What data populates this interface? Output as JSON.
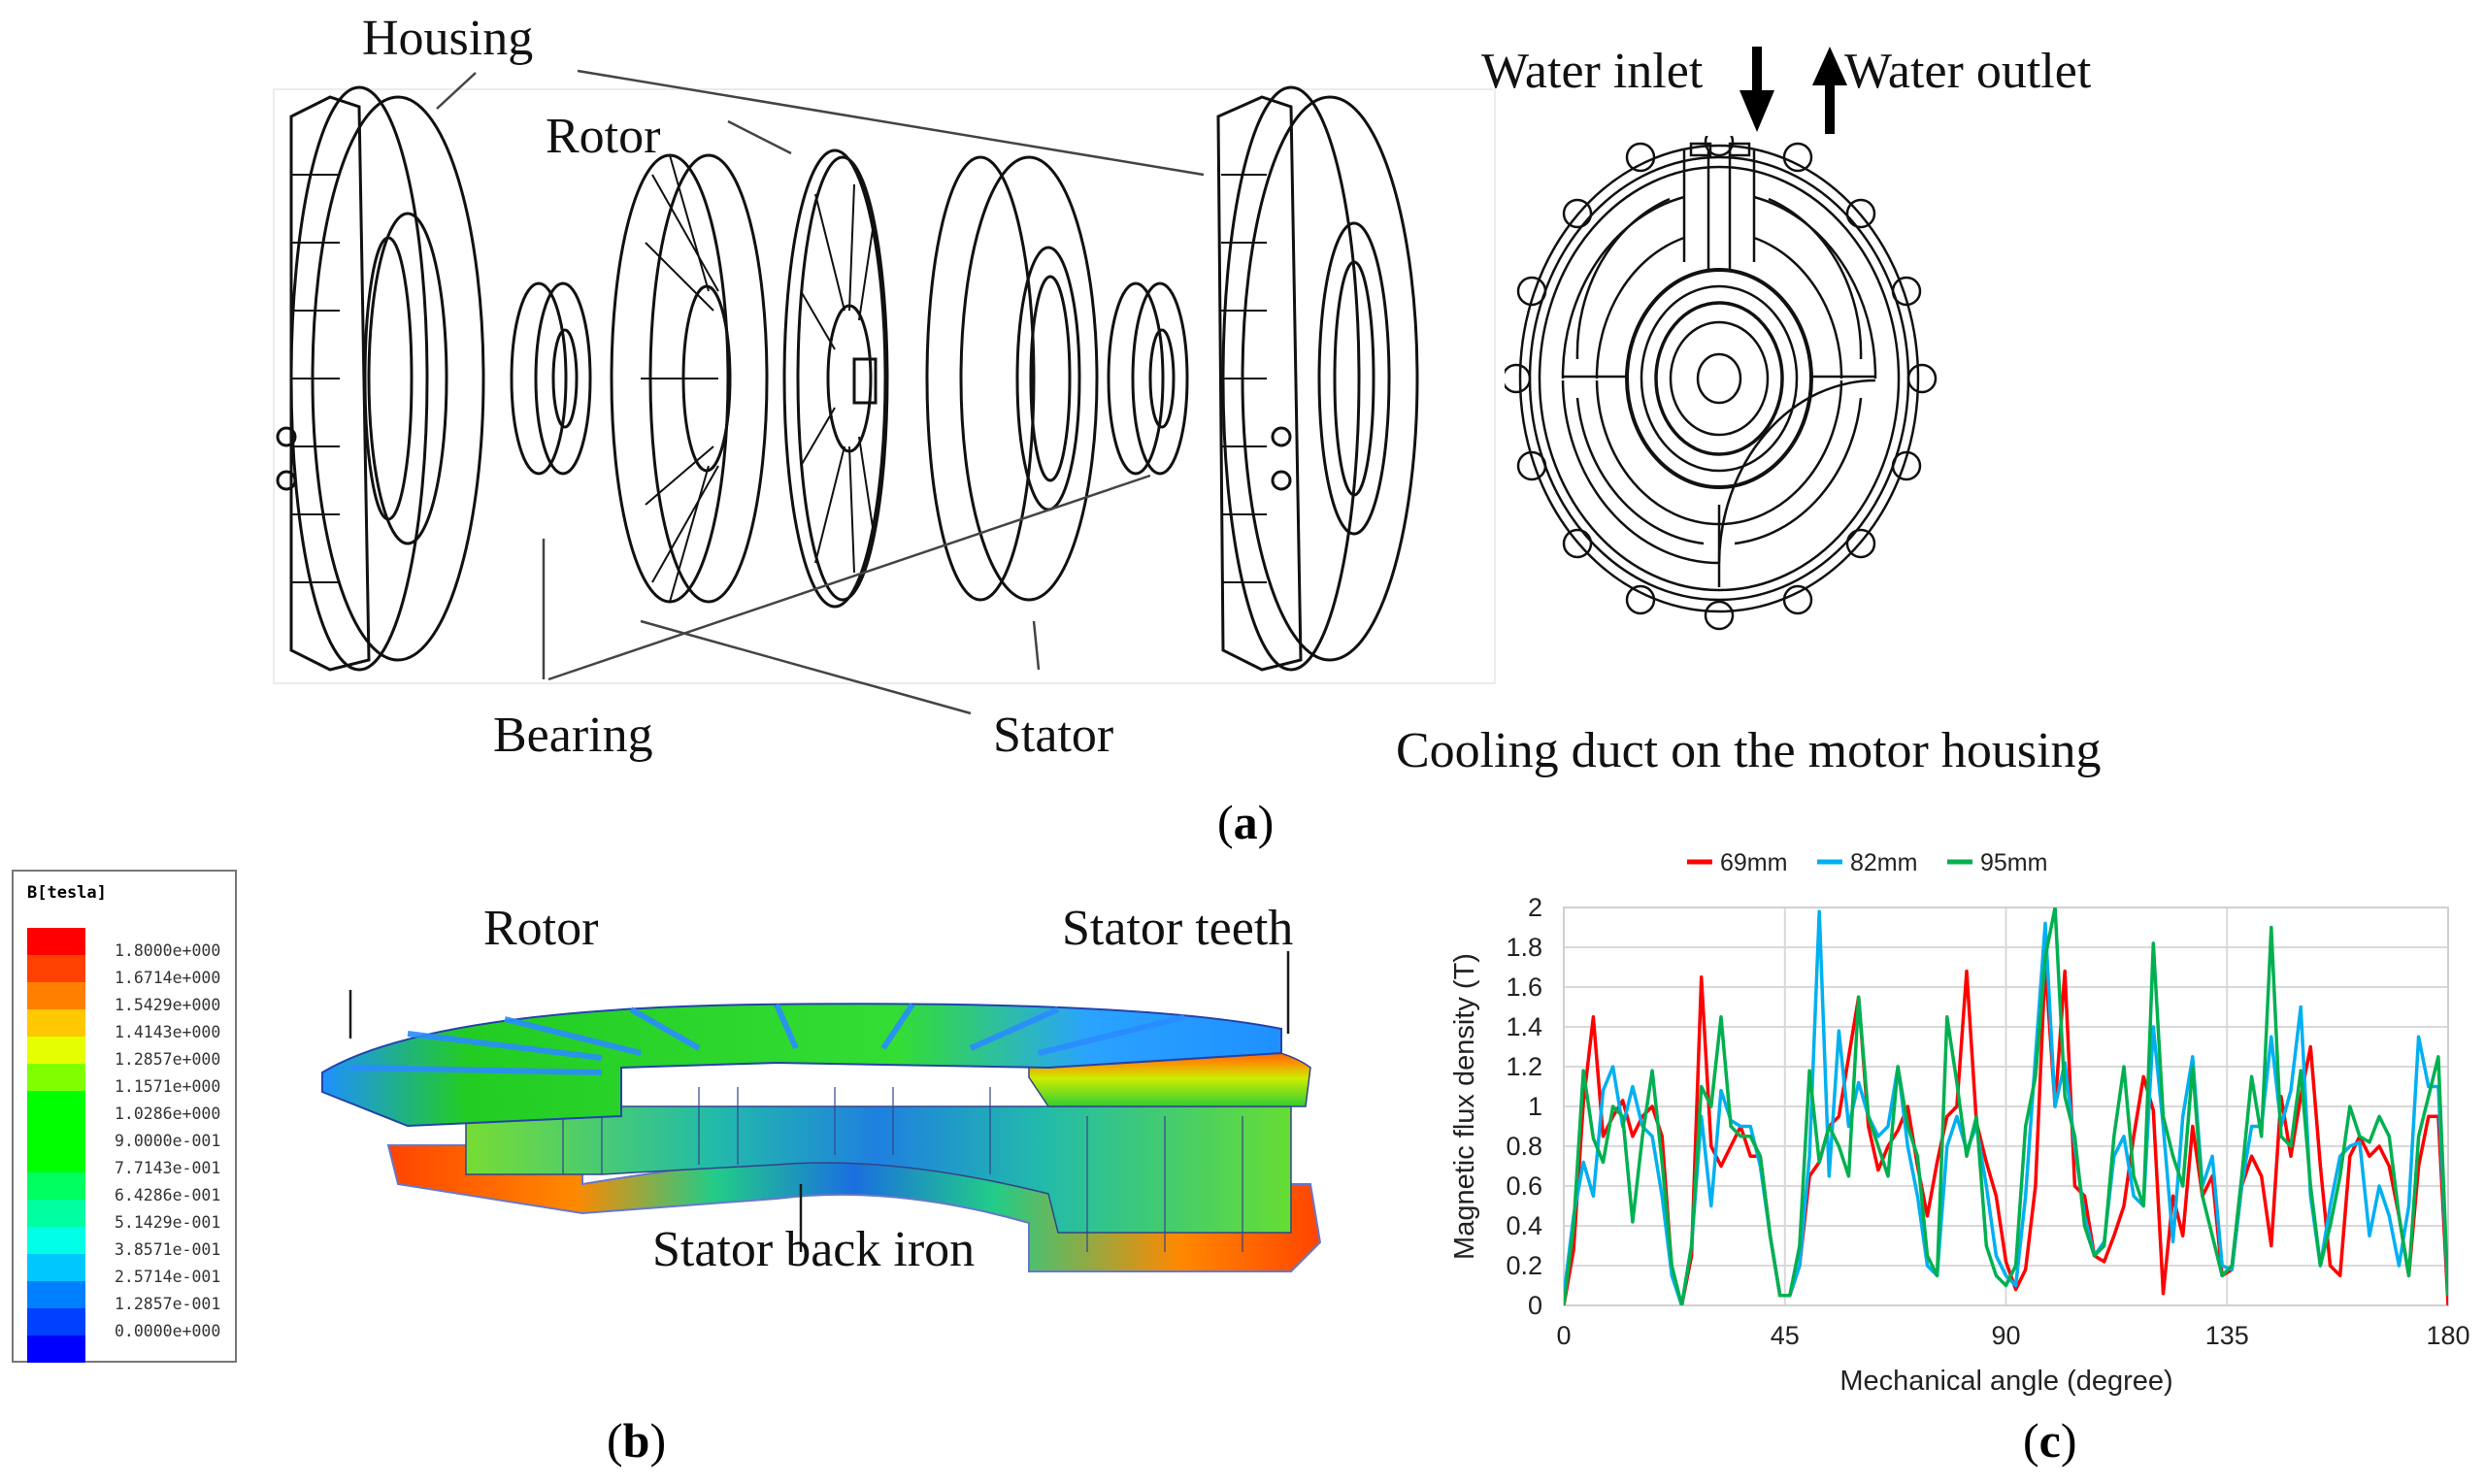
{
  "figure": {
    "panel_a": {
      "caption": "a",
      "labels": {
        "housing": "Housing",
        "rotor": "Rotor",
        "bearing": "Bearing",
        "stator": "Stator",
        "water_inlet": "Water inlet",
        "water_outlet": "Water outlet",
        "cooling_duct": "Cooling duct on the motor housing"
      }
    },
    "panel_b": {
      "caption": "b",
      "labels": {
        "rotor": "Rotor",
        "stator_teeth": "Stator teeth",
        "stator_back_iron": "Stator back iron"
      },
      "legend": {
        "title": "B[tesla]",
        "entries": [
          {
            "value": "1.8000e+000",
            "color": "#ff0000"
          },
          {
            "value": "1.6714e+000",
            "color": "#ff4000"
          },
          {
            "value": "1.5429e+000",
            "color": "#ff8000"
          },
          {
            "value": "1.4143e+000",
            "color": "#ffc800"
          },
          {
            "value": "1.2857e+000",
            "color": "#e6ff00"
          },
          {
            "value": "1.1571e+000",
            "color": "#80ff00"
          },
          {
            "value": "1.0286e+000",
            "color": "#00ff00"
          },
          {
            "value": "9.0000e-001",
            "color": "#00ff00"
          },
          {
            "value": "7.7143e-001",
            "color": "#00ff00"
          },
          {
            "value": "6.4286e-001",
            "color": "#00ff60"
          },
          {
            "value": "5.1429e-001",
            "color": "#00ffa0"
          },
          {
            "value": "3.8571e-001",
            "color": "#00ffe6"
          },
          {
            "value": "2.5714e-001",
            "color": "#00c8ff"
          },
          {
            "value": "1.2857e-001",
            "color": "#0080ff"
          },
          {
            "value": "0.0000e+000",
            "color": "#0040ff"
          },
          {
            "value": "",
            "color": "#0000ff"
          }
        ]
      }
    },
    "panel_c": {
      "caption": "c"
    }
  },
  "chart_data": {
    "type": "line",
    "title": "",
    "xlabel": "Mechanical angle (degree)",
    "ylabel": "Magnetic flux density (T)",
    "xlim": [
      0,
      180
    ],
    "ylim": [
      0,
      2
    ],
    "xticks": [
      0,
      45,
      90,
      135,
      180
    ],
    "yticks": [
      0,
      0.2,
      0.4,
      0.6,
      0.8,
      1,
      1.2,
      1.4,
      1.6,
      1.8,
      2
    ],
    "ytick_labels": [
      "0",
      "0.2",
      "0.4",
      "0.6",
      "0.8",
      "1",
      "1.2",
      "1.4",
      "1.6",
      "1.8",
      "2"
    ],
    "grid": true,
    "legend_position": "top",
    "x": [
      0,
      2,
      4,
      6,
      8,
      10,
      12,
      14,
      16,
      18,
      20,
      22,
      24,
      26,
      28,
      30,
      32,
      34,
      36,
      38,
      40,
      42,
      44,
      46,
      48,
      50,
      52,
      54,
      56,
      58,
      60,
      62,
      64,
      66,
      68,
      70,
      72,
      74,
      76,
      78,
      80,
      82,
      84,
      86,
      88,
      90,
      92,
      94,
      96,
      98,
      100,
      102,
      104,
      106,
      108,
      110,
      112,
      114,
      116,
      118,
      120,
      122,
      124,
      126,
      128,
      130,
      132,
      134,
      136,
      138,
      140,
      142,
      144,
      146,
      148,
      150,
      152,
      154,
      156,
      158,
      160,
      162,
      164,
      166,
      168,
      170,
      172,
      174,
      176,
      178,
      180
    ],
    "series": [
      {
        "name": "69mm",
        "color": "#ff0000",
        "values": [
          0.0,
          0.28,
          1.02,
          1.45,
          0.85,
          0.95,
          1.03,
          0.85,
          0.95,
          1.0,
          0.85,
          0.18,
          0.0,
          0.25,
          1.65,
          0.8,
          0.7,
          0.8,
          0.9,
          0.75,
          0.75,
          0.35,
          0.05,
          0.05,
          0.2,
          0.65,
          0.72,
          0.9,
          0.95,
          1.25,
          1.55,
          0.9,
          0.68,
          0.8,
          0.88,
          1.0,
          0.7,
          0.45,
          0.72,
          0.95,
          1.0,
          1.68,
          0.92,
          0.72,
          0.55,
          0.22,
          0.08,
          0.18,
          0.6,
          1.72,
          1.0,
          1.68,
          0.6,
          0.55,
          0.25,
          0.22,
          0.35,
          0.5,
          0.85,
          1.15,
          0.98,
          0.06,
          0.55,
          0.35,
          0.9,
          0.55,
          0.65,
          0.15,
          0.18,
          0.6,
          0.75,
          0.65,
          0.3,
          1.05,
          0.75,
          1.05,
          1.3,
          0.7,
          0.2,
          0.15,
          0.75,
          0.85,
          0.75,
          0.8,
          0.7,
          0.45,
          0.15,
          0.7,
          0.95,
          0.95,
          0.0
        ]
      },
      {
        "name": "82mm",
        "color": "#00b0f0",
        "values": [
          0.05,
          0.45,
          0.72,
          0.55,
          1.08,
          1.2,
          0.9,
          1.1,
          0.9,
          0.85,
          0.55,
          0.15,
          0.0,
          0.3,
          0.95,
          0.5,
          1.08,
          0.93,
          0.9,
          0.9,
          0.7,
          0.35,
          0.05,
          0.05,
          0.2,
          0.75,
          1.98,
          0.65,
          1.38,
          0.9,
          1.12,
          0.95,
          0.85,
          0.9,
          1.2,
          0.8,
          0.55,
          0.2,
          0.15,
          0.8,
          0.95,
          0.78,
          0.9,
          0.6,
          0.25,
          0.15,
          0.1,
          0.55,
          1.25,
          1.92,
          1.0,
          1.22,
          0.8,
          0.45,
          0.25,
          0.32,
          0.75,
          0.85,
          0.55,
          0.5,
          1.4,
          0.9,
          0.32,
          0.95,
          1.25,
          0.6,
          0.75,
          0.2,
          0.18,
          0.6,
          0.9,
          0.9,
          1.35,
          0.9,
          1.08,
          1.5,
          0.55,
          0.2,
          0.5,
          0.75,
          0.8,
          0.82,
          0.35,
          0.6,
          0.45,
          0.2,
          0.5,
          1.35,
          1.1,
          1.1,
          0.05
        ]
      },
      {
        "name": "95mm",
        "color": "#00b050",
        "values": [
          0.0,
          0.4,
          1.18,
          0.84,
          0.72,
          1.0,
          0.95,
          0.42,
          0.85,
          1.18,
          0.72,
          0.2,
          0.0,
          0.3,
          1.1,
          1.0,
          1.45,
          0.9,
          0.85,
          0.85,
          0.75,
          0.35,
          0.05,
          0.05,
          0.3,
          1.18,
          0.72,
          0.9,
          0.8,
          0.65,
          1.55,
          0.95,
          0.8,
          0.65,
          1.2,
          0.9,
          0.75,
          0.25,
          0.15,
          1.45,
          1.12,
          0.75,
          0.95,
          0.3,
          0.15,
          0.1,
          0.2,
          0.9,
          1.15,
          1.75,
          2.0,
          1.05,
          0.85,
          0.4,
          0.25,
          0.3,
          0.85,
          1.2,
          0.65,
          0.5,
          1.82,
          0.95,
          0.75,
          0.6,
          1.2,
          0.55,
          0.35,
          0.15,
          0.2,
          0.65,
          1.15,
          0.85,
          1.9,
          0.85,
          0.8,
          1.18,
          0.6,
          0.2,
          0.4,
          0.65,
          1.0,
          0.85,
          0.82,
          0.95,
          0.85,
          0.45,
          0.15,
          0.85,
          1.05,
          1.25,
          0.05
        ]
      }
    ]
  }
}
